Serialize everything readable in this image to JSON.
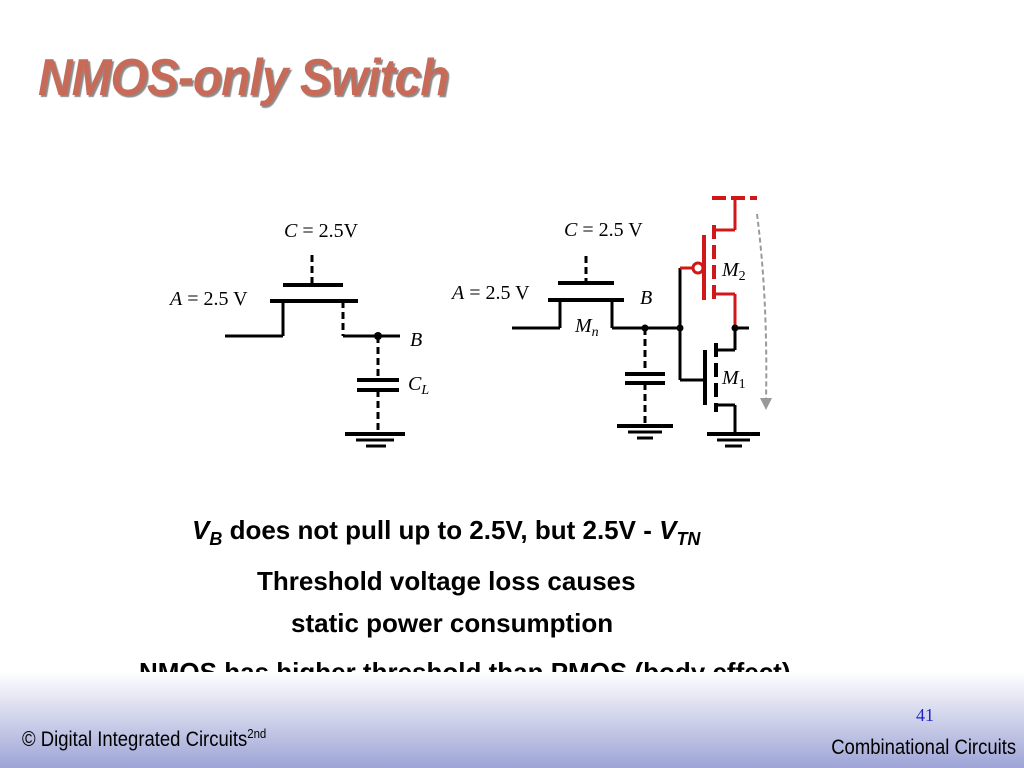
{
  "slide": {
    "title": "NMOS-only Switch",
    "page_number": "41"
  },
  "left_circuit": {
    "gate_label_var": "C",
    "gate_label_value": " = 2.5V",
    "source_label_var": "A",
    "source_label_value": " = 2.5 V",
    "node_label": "B",
    "cap_label_var": "C",
    "cap_label_sub": "L"
  },
  "right_circuit": {
    "gate_label_var": "C",
    "gate_label_value": " = 2.5 V",
    "source_label_var": "A",
    "source_label_value": " = 2.5 V",
    "node_label": "B",
    "pass_label_var": "M",
    "pass_label_sub": "n",
    "pmos_label_var": "M",
    "pmos_label_sub": "2",
    "nmos_label_var": "M",
    "nmos_label_sub": "1"
  },
  "notes": {
    "line1_var": "V",
    "line1_var_sub": "B",
    "line1_text": " does not pull up to 2.5V, but 2.5V - ",
    "line1_var2": "V",
    "line1_var2_sub": "TN",
    "line2": "Threshold voltage loss causes",
    "line3": "static power consumption",
    "line4": "NMOS has higher threshold than PMOS (body effect)"
  },
  "footer": {
    "left_text": "© Digital Integrated Circuits",
    "left_sup": "2nd",
    "right_text": "Combinational Circuits"
  }
}
